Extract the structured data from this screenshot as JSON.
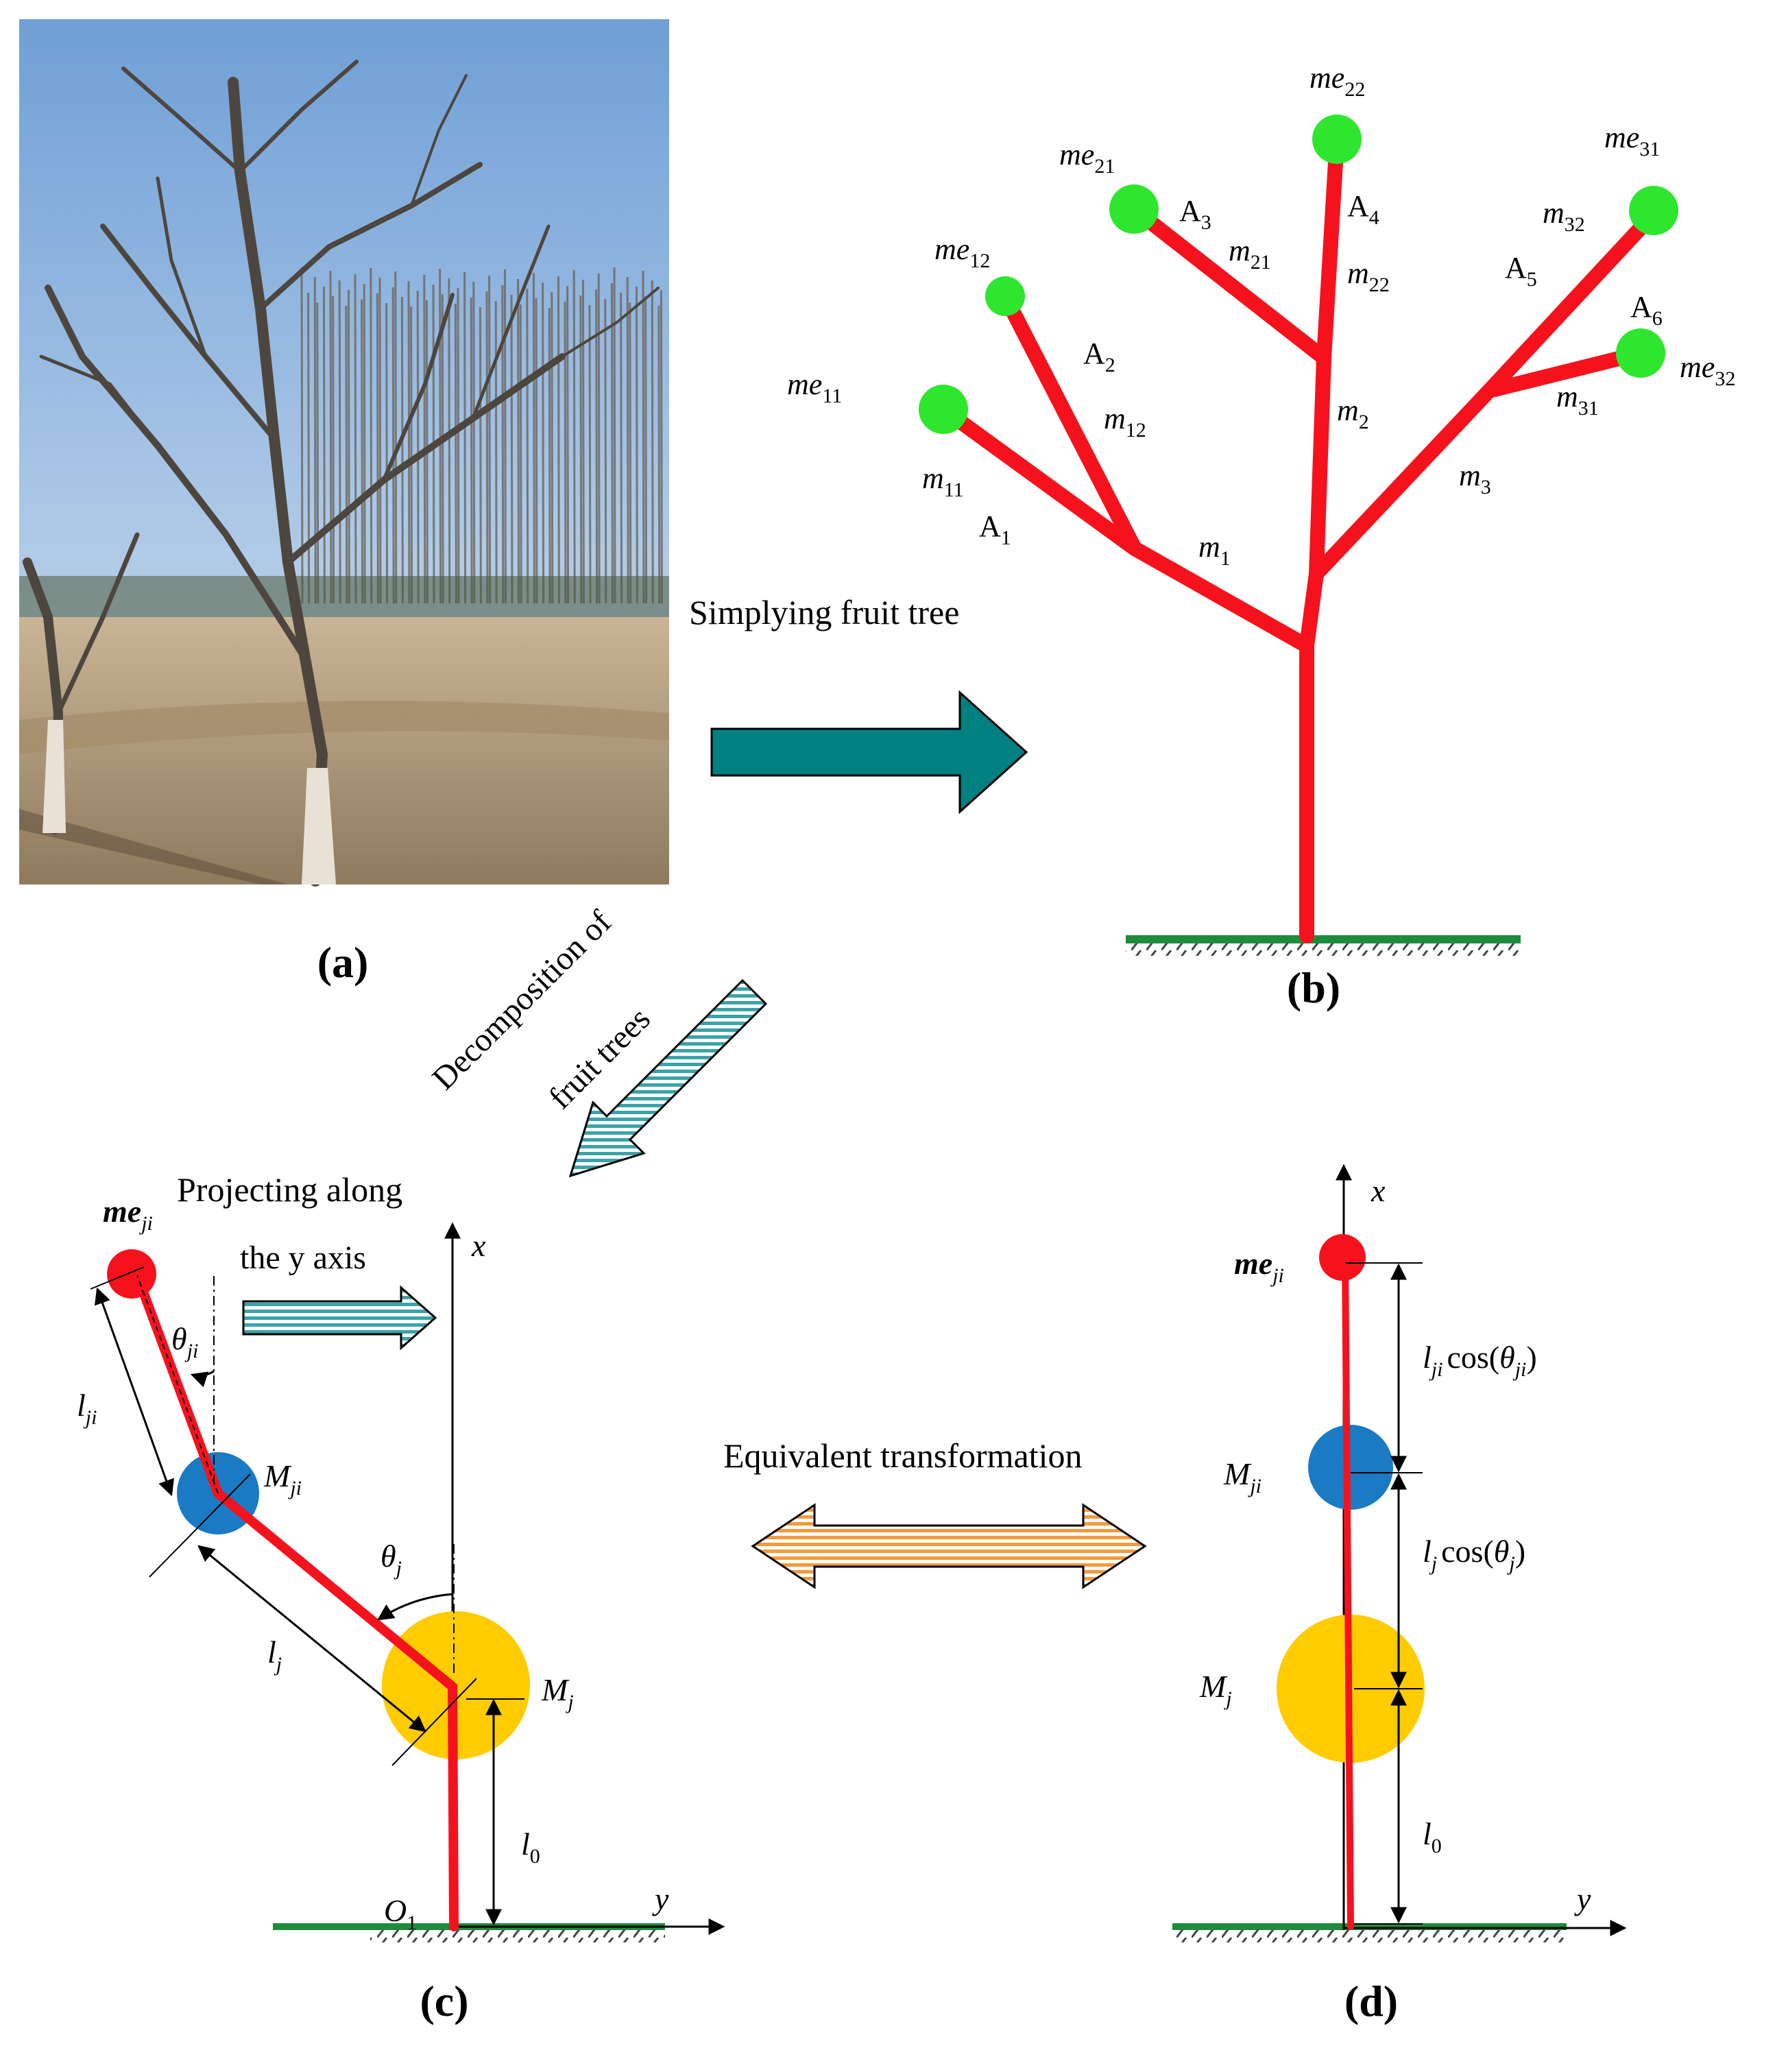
{
  "panels": {
    "a": {
      "label": "(a)"
    },
    "b": {
      "label": "(b)"
    },
    "c": {
      "label": "(c)"
    },
    "d": {
      "label": "(d)"
    }
  },
  "arrows": {
    "simplify": "Simplying fruit tree",
    "decompose_line1": "Decomposition of",
    "decompose_line2": "fruit trees",
    "project_line1": "Projecting along",
    "project_line2": "the y axis",
    "equivalent": "Equivalent transformation"
  },
  "tree_b": {
    "end_masses": [
      {
        "base": "me",
        "sub": "11"
      },
      {
        "base": "me",
        "sub": "12"
      },
      {
        "base": "me",
        "sub": "21"
      },
      {
        "base": "me",
        "sub": "22"
      },
      {
        "base": "me",
        "sub": "31"
      },
      {
        "base": "me",
        "sub": "32"
      }
    ],
    "joints": [
      {
        "base": "A",
        "sub": "1"
      },
      {
        "base": "A",
        "sub": "2"
      },
      {
        "base": "A",
        "sub": "3"
      },
      {
        "base": "A",
        "sub": "4"
      },
      {
        "base": "A",
        "sub": "5"
      },
      {
        "base": "A",
        "sub": "6"
      }
    ],
    "branch_masses": [
      {
        "base": "m",
        "sub": "1"
      },
      {
        "base": "m",
        "sub": "11"
      },
      {
        "base": "m",
        "sub": "12"
      },
      {
        "base": "m",
        "sub": "2"
      },
      {
        "base": "m",
        "sub": "21"
      },
      {
        "base": "m",
        "sub": "22"
      },
      {
        "base": "m",
        "sub": "3"
      },
      {
        "base": "m",
        "sub": "31"
      },
      {
        "base": "m",
        "sub": "32"
      }
    ]
  },
  "model_c": {
    "me": {
      "base": "me",
      "sub": "ji"
    },
    "theta_ji": {
      "base": "θ",
      "sub": "ji"
    },
    "l_ji": {
      "base": "l",
      "sub": "ji"
    },
    "M_ji": {
      "base": "M",
      "sub": "ji"
    },
    "theta_j": {
      "base": "θ",
      "sub": "j"
    },
    "l_j": {
      "base": "l",
      "sub": "j"
    },
    "M_j": {
      "base": "M",
      "sub": "j"
    },
    "l_0": {
      "base": "l",
      "sub": "0"
    },
    "origin": {
      "base": "O",
      "sub": "1"
    },
    "axis_x": "x",
    "axis_y": "y"
  },
  "model_d": {
    "me": {
      "base": "me",
      "sub": "ji"
    },
    "M_ji": {
      "base": "M",
      "sub": "ji"
    },
    "M_j": {
      "base": "M",
      "sub": "j"
    },
    "l_0": {
      "base": "l",
      "sub": "0"
    },
    "dim_upper": {
      "l": "l",
      "lsub": "ji",
      "fn": "cos",
      "theta": "θ",
      "tsub": "ji"
    },
    "dim_middle": {
      "l": "l",
      "lsub": "j",
      "fn": "cos",
      "theta": "θ",
      "tsub": "j"
    },
    "axis_x": "x",
    "axis_y": "y"
  },
  "colors": {
    "branch_red": "#f5121d",
    "end_green": "#2ee62e",
    "ground_green": "#1e8c3c",
    "teal_arrow": "#008080",
    "blue_mass": "#1a7ac4",
    "yellow_mass": "#ffcc00",
    "orange_hatch": "#f39a3c",
    "stripe_teal": "#3aa3a8"
  }
}
